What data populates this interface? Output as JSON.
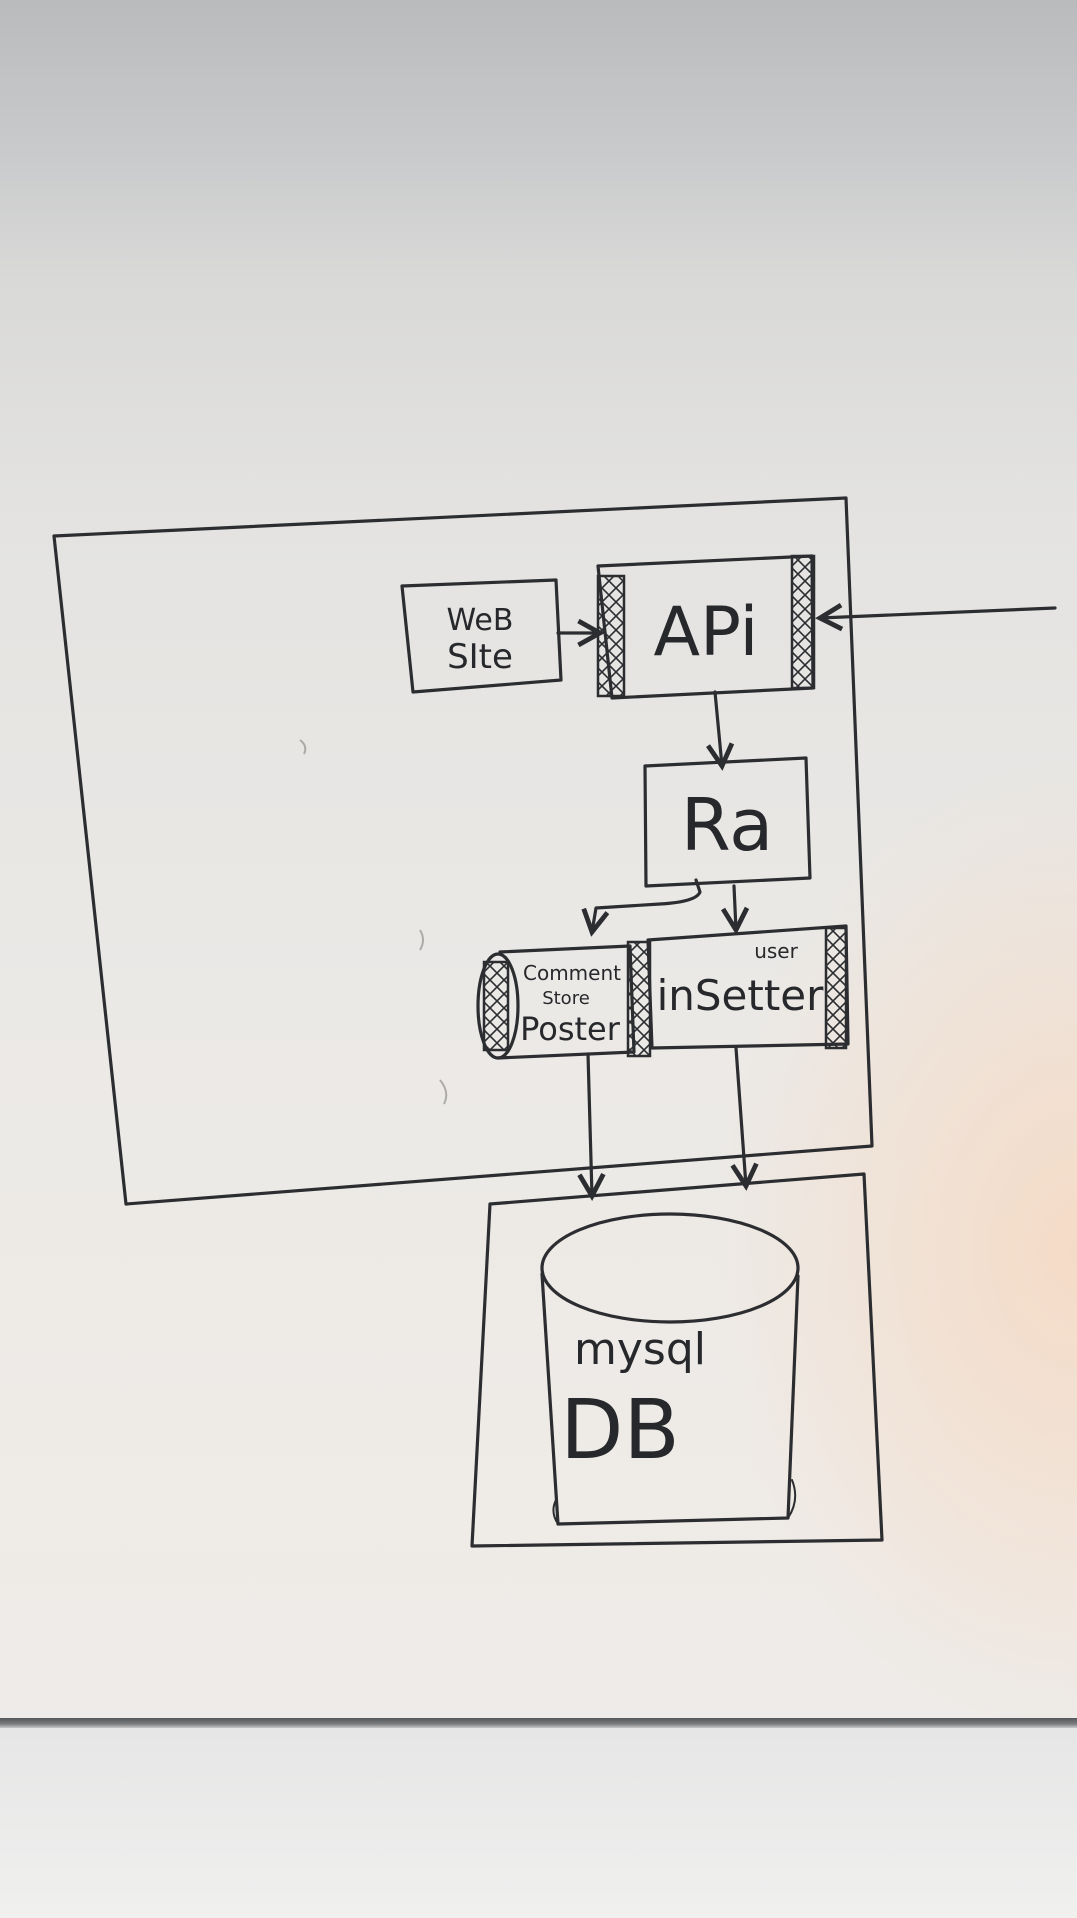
{
  "nodes": {
    "web_site": {
      "line1": "WeB",
      "line2": "SIte"
    },
    "api": {
      "label": "APi"
    },
    "ra": {
      "label": "Ra"
    },
    "comment_store": {
      "line1": "Comment",
      "line2": "Store",
      "line3": "Poster"
    },
    "user_inserter": {
      "small": "user",
      "label": "inSetter"
    },
    "db": {
      "line1": "mysql",
      "line2": "DB"
    }
  },
  "ink_color": "#2b2d30"
}
